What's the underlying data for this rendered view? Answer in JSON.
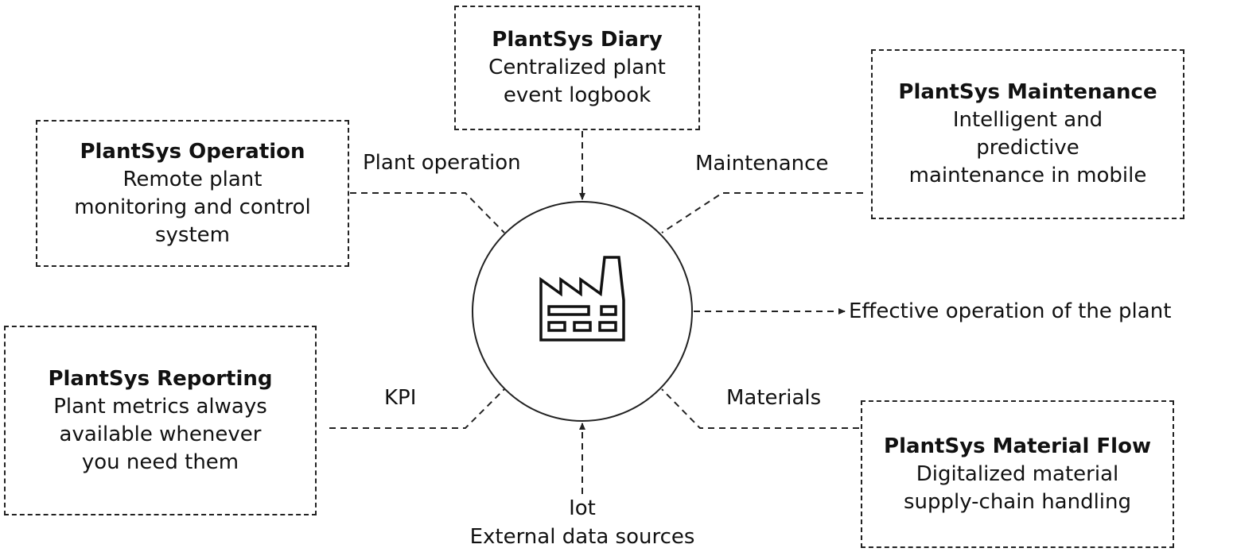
{
  "modules": {
    "diary": {
      "title": "PlantSys Diary",
      "lines": [
        "Centralized plant",
        "event logbook"
      ],
      "connection": ""
    },
    "operation": {
      "title": "PlantSys Operation",
      "lines": [
        "Remote plant",
        "monitoring and control",
        "system"
      ],
      "connection": "Plant operation"
    },
    "maintenance": {
      "title": "PlantSys Maintenance",
      "lines": [
        "Intelligent and",
        "predictive",
        "maintenance in mobile"
      ],
      "connection": "Maintenance"
    },
    "reporting": {
      "title": "PlantSys Reporting",
      "lines": [
        "Plant metrics always",
        "available whenever",
        "you need them"
      ],
      "connection": "KPI"
    },
    "material_flow": {
      "title": "PlantSys Material Flow",
      "lines": [
        "Digitalized material",
        "supply-chain handling"
      ],
      "connection": "Materials"
    }
  },
  "inputs": {
    "iot_label": "Iot",
    "external_label": "External data sources"
  },
  "output": {
    "label": "Effective operation of the plant"
  },
  "center": {
    "icon": "factory-icon"
  },
  "colors": {
    "line": "#222222",
    "text": "#111111",
    "background": "#ffffff"
  }
}
